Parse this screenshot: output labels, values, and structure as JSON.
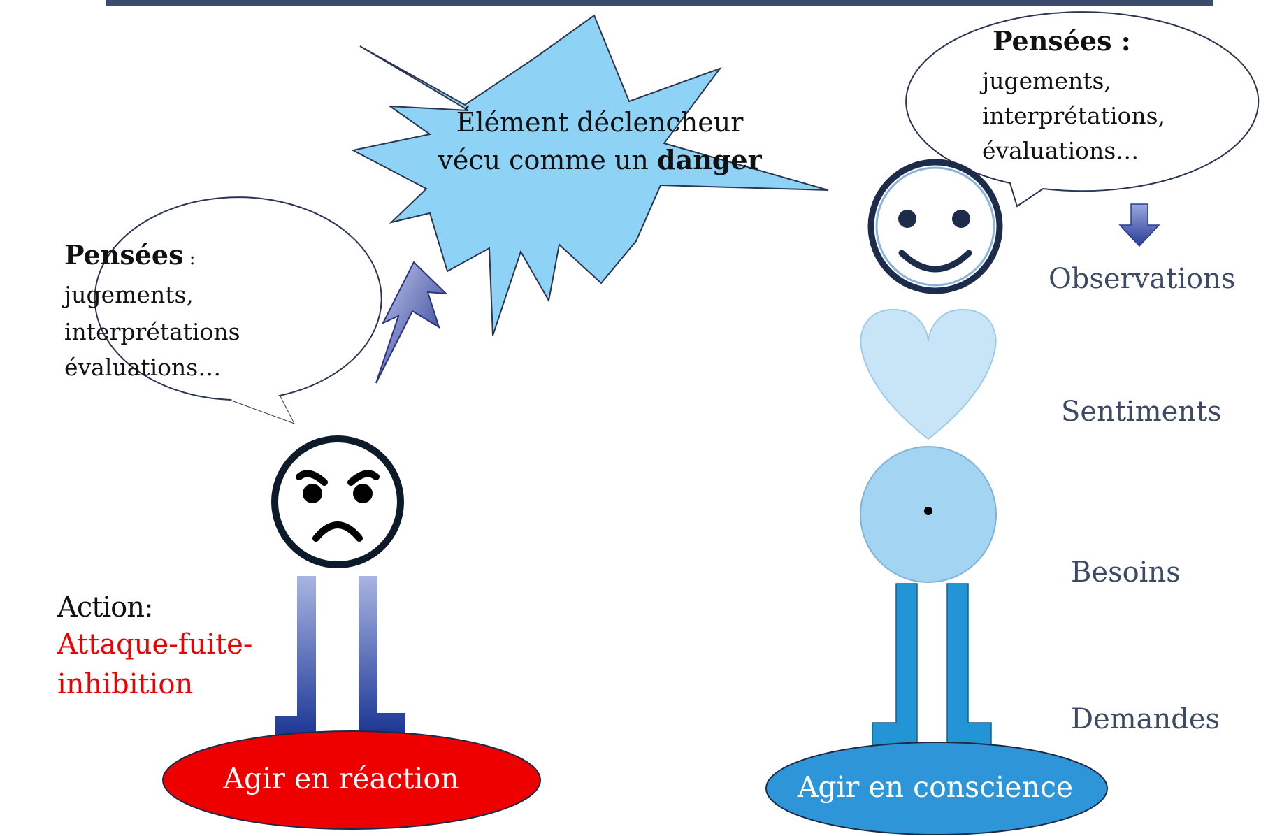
{
  "trigger": {
    "line1": "Élément déclencheur",
    "line2_prefix": "vécu comme un",
    "line2_bold": "danger"
  },
  "left_thoughts": {
    "title": "Pensées",
    "title_suffix": " :",
    "lines": [
      "jugements,",
      "interprétations",
      "évaluations…"
    ]
  },
  "right_thoughts": {
    "title": "Pensées :",
    "lines": [
      "jugements,",
      "interprétations,",
      "évaluations…"
    ]
  },
  "left_figure": {
    "action_title": "Action:",
    "action_lines": [
      "Attaque-fuite-",
      "inhibition"
    ],
    "base_label": "Agir en réaction"
  },
  "right_figure": {
    "base_label": "Agir en conscience",
    "stages": [
      "Observations",
      "Sentiments",
      "Besoins",
      "Demandes"
    ]
  },
  "colors": {
    "top_bar": "#3a4b6b",
    "burst_fill": "#8ed3f5",
    "red_base": "#ee0000",
    "blue_base": "#2e96d8",
    "action_red": "#ee0000",
    "label_gray": "#3d4a66"
  }
}
